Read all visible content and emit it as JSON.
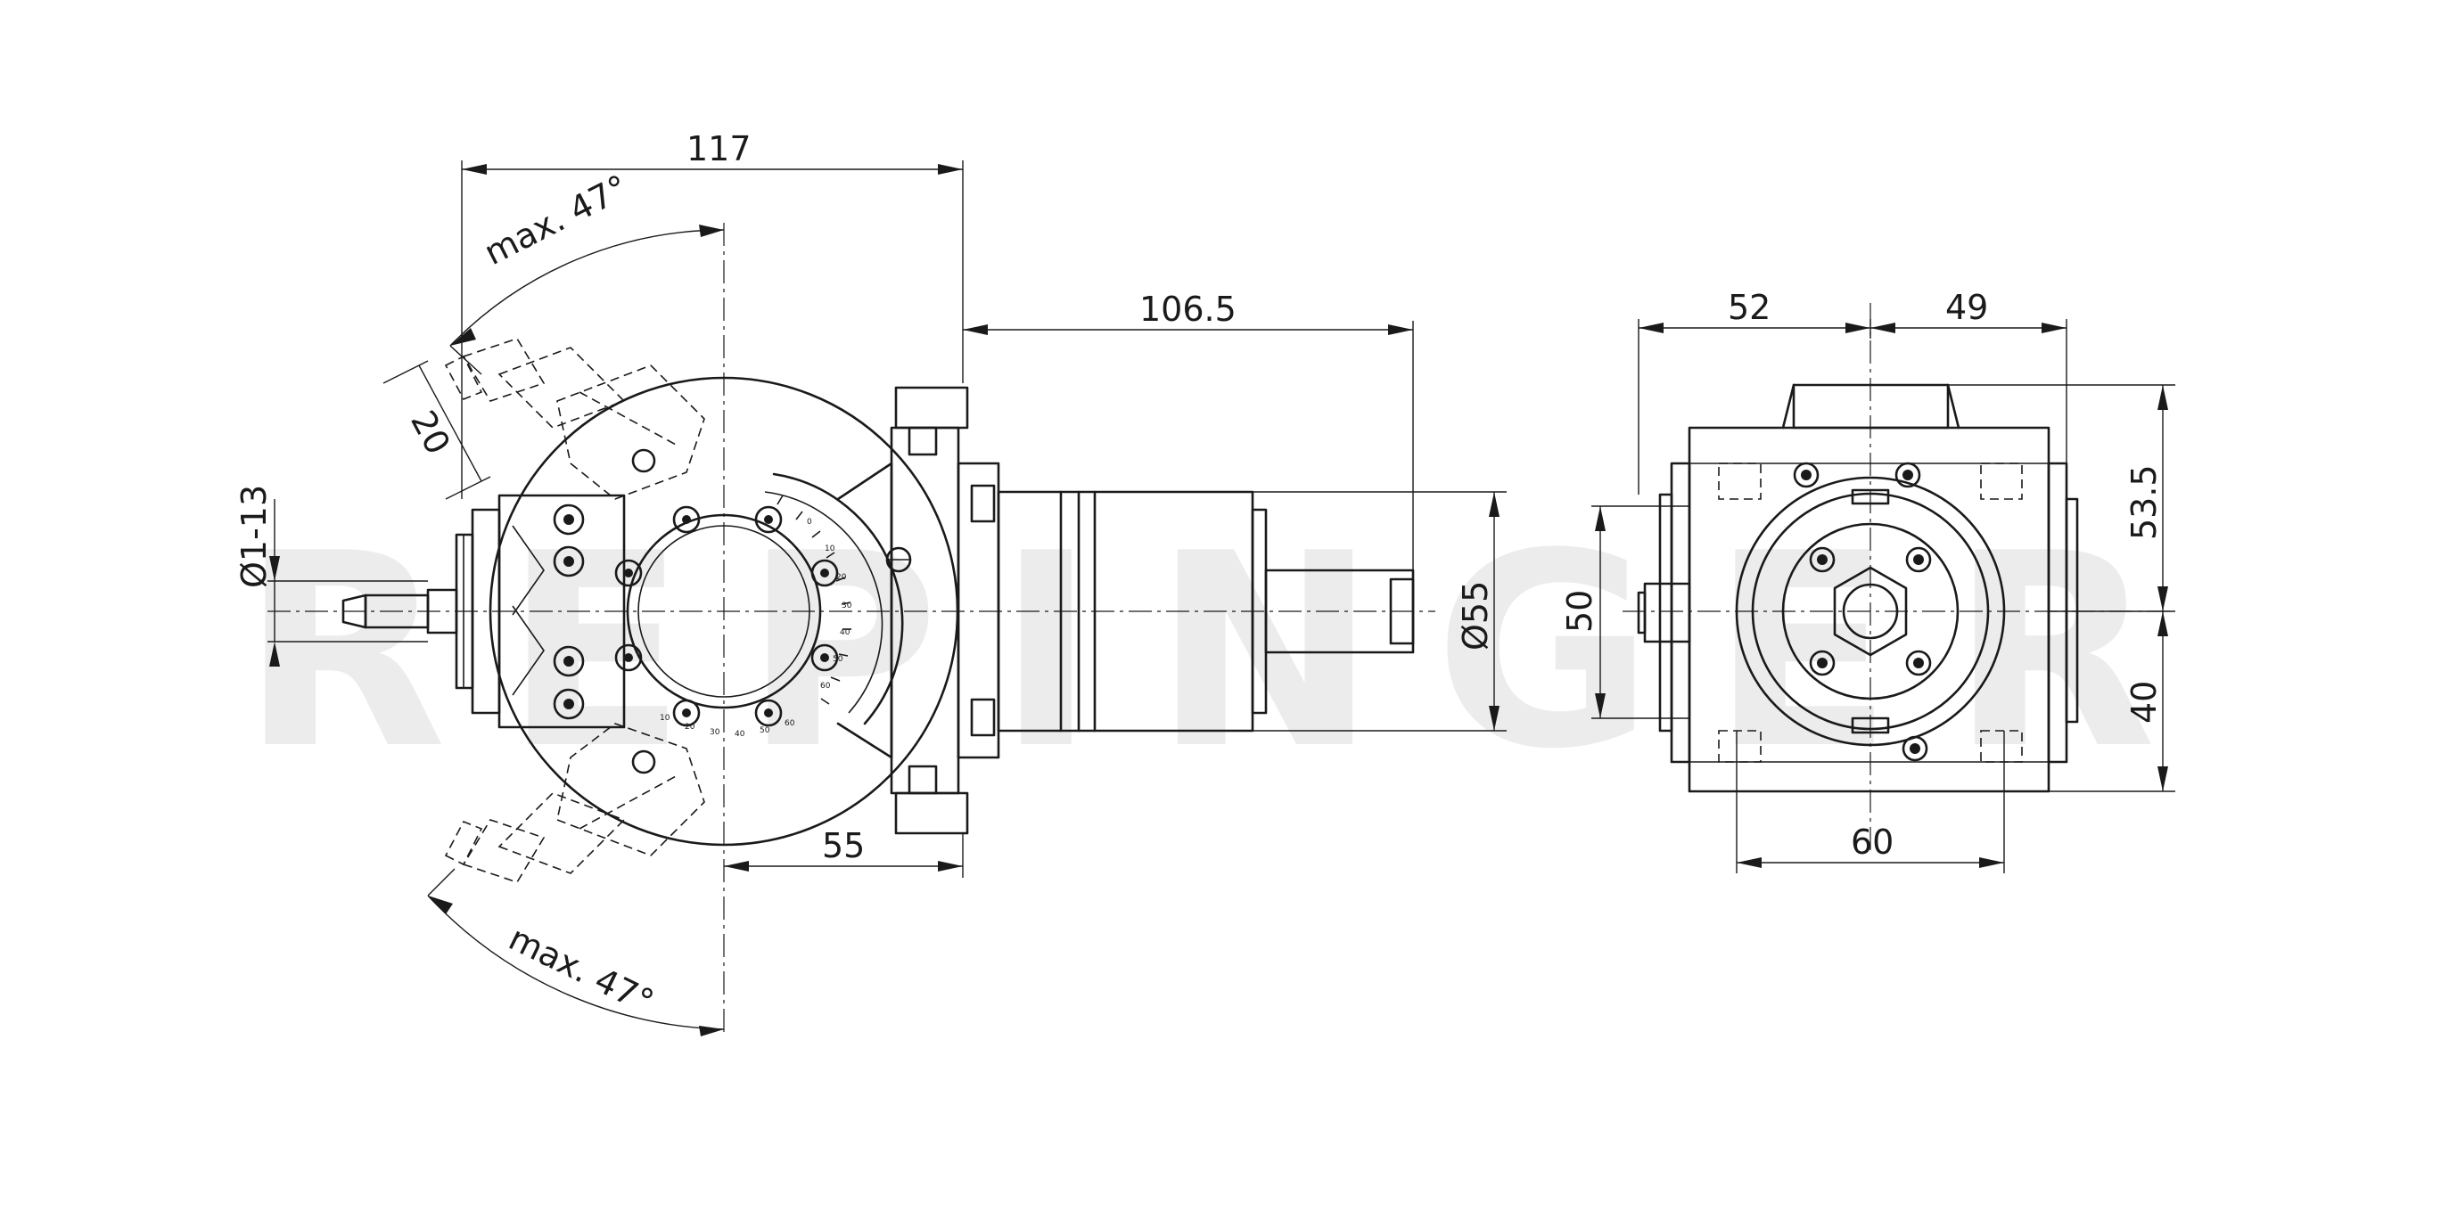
{
  "watermark": "REPINGER",
  "dimensions": {
    "overall_length": "117",
    "shank_length": "106.5",
    "center_to_face": "55",
    "angle_top": "max. 47°",
    "angle_bottom": "max. 47°",
    "collet_offset": "20",
    "clamping_range": "Ø1-13",
    "shank_diameter": "Ø55",
    "left_width": "52",
    "right_width": "49",
    "height_total": "50",
    "upper_height": "53.5",
    "lower_height": "40",
    "bottom_width": "60"
  },
  "scale_marks": [
    "0",
    "10",
    "20",
    "30",
    "40",
    "50",
    "60",
    "10",
    "20",
    "30",
    "40",
    "50",
    "60"
  ],
  "colors": {
    "line": "#1a1a1a",
    "watermark": "#ececec",
    "background": "#ffffff"
  }
}
